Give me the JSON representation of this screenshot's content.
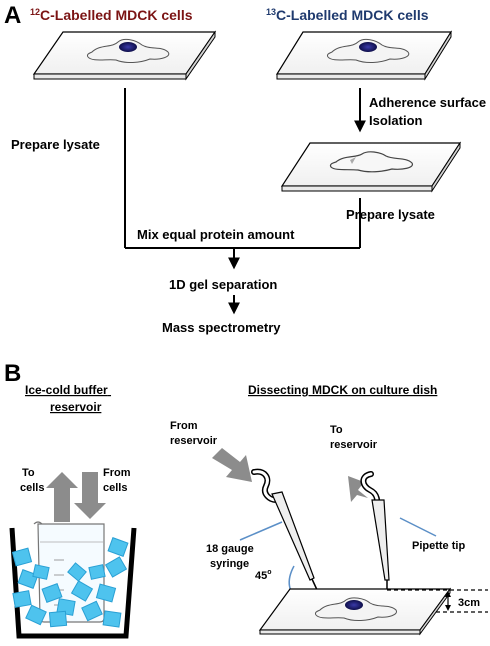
{
  "panel_a": {
    "label": "A",
    "left_title_sup": "12",
    "left_title": "C-Labelled MDCK cells",
    "right_title_sup": "13",
    "right_title": "C-Labelled MDCK cells",
    "prepare_lysate_left": "Prepare lysate",
    "adherence_line1": "Adherence surface",
    "adherence_line2": "Isolation",
    "prepare_lysate_right": "Prepare lysate",
    "mix": "Mix equal protein amount",
    "gel": "1D gel separation",
    "mass_spec": "Mass spectrometry"
  },
  "panel_b": {
    "label": "B",
    "left_title_line1": "Ice-cold buffer",
    "left_title_line2": "reservoir",
    "right_title": "Dissecting MDCK on culture dish",
    "to_cells_line1": "To",
    "to_cells_line2": "cells",
    "from_cells_line1": "From",
    "from_cells_line2": "cells",
    "from_reservoir_line1": "From",
    "from_reservoir_line2": "reservoir",
    "to_reservoir_line1": "To",
    "to_reservoir_line2": "reservoir",
    "gauge_line1": "18 gauge",
    "gauge_line2": "syringe",
    "angle_value": "45",
    "angle_sup": "o",
    "pipette_tip": "Pipette tip",
    "distance": "3cm"
  },
  "colors": {
    "title_12c": "#7b1414",
    "title_13c": "#1f3a6e",
    "ice": "#4ec3ee",
    "arrow_gray": "#8c8c8c",
    "blue_line": "#5b8fc7",
    "nucleus": "#1a1a6e"
  }
}
